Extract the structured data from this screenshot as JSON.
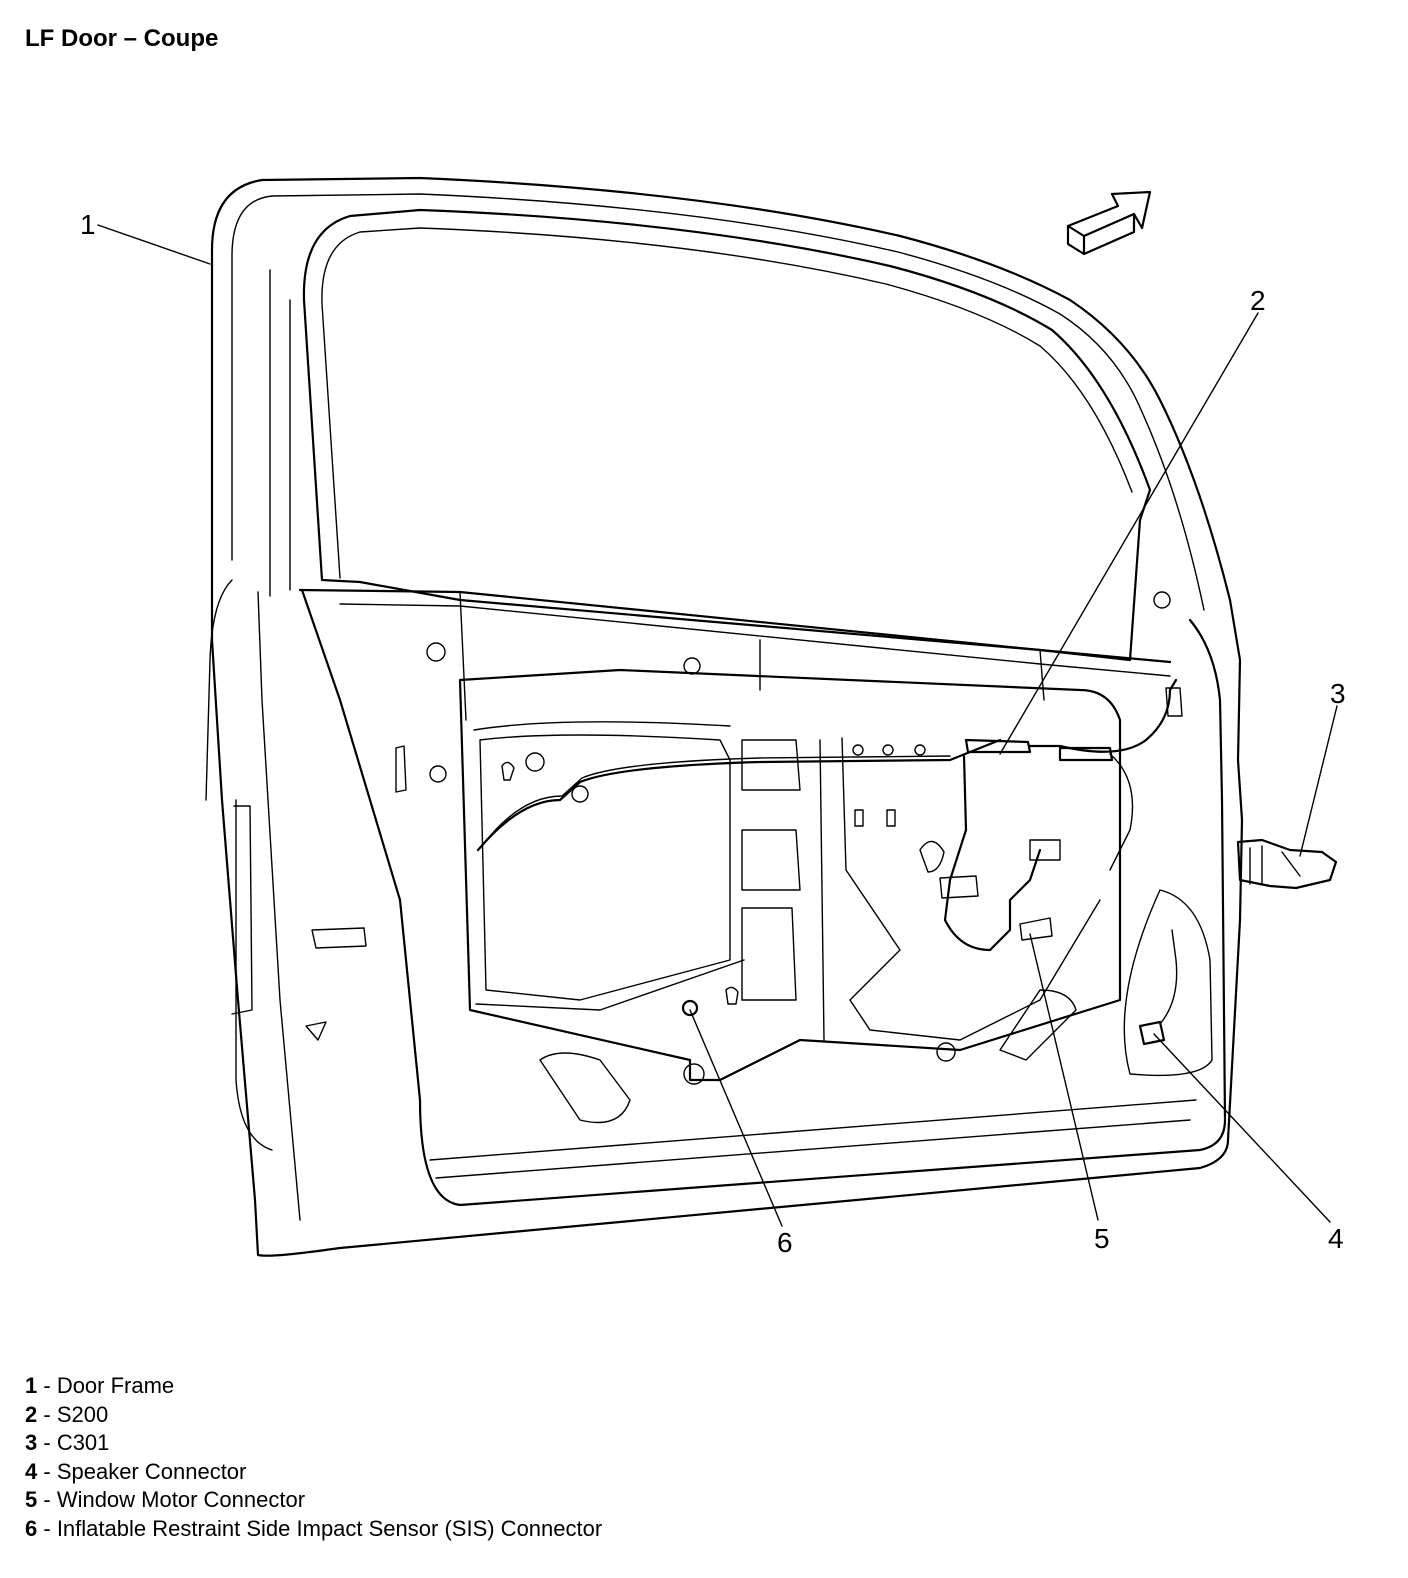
{
  "title": "LF Door – Coupe",
  "callouts": [
    {
      "number": "1",
      "name": "Door Frame"
    },
    {
      "number": "2",
      "name": "S200"
    },
    {
      "number": "3",
      "name": "C301"
    },
    {
      "number": "4",
      "name": "Speaker Connector"
    },
    {
      "number": "5",
      "name": "Window Motor Connector"
    },
    {
      "number": "6",
      "name": "Inflatable Restraint Side Impact Sensor (SIS) Connector"
    }
  ]
}
